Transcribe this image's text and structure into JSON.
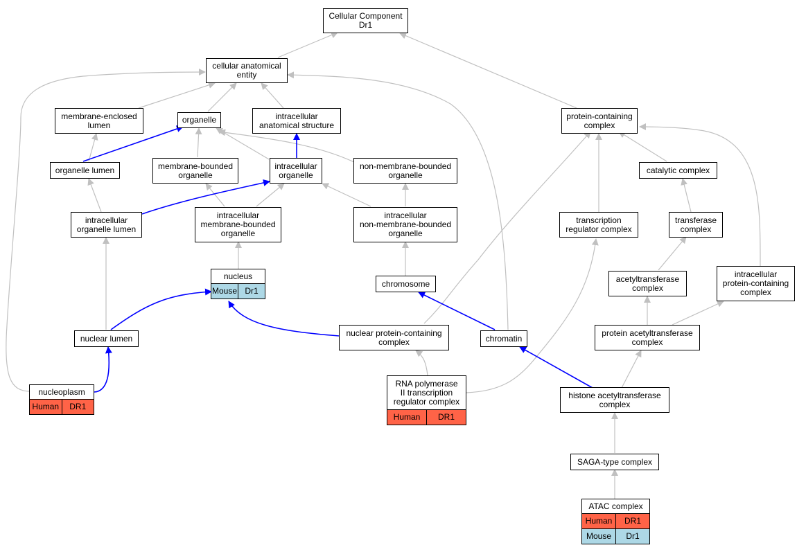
{
  "graph": {
    "colors": {
      "edge_default": "#c0c0c0",
      "edge_highlight": "#0000ff",
      "human": "#ff6347",
      "mouse": "#add8e6"
    },
    "nodes": {
      "cc": "Cellular Component\nDr1",
      "cae": "cellular anatomical\nentity",
      "mel": "membrane-enclosed\nlumen",
      "organelle": "organelle",
      "ias": "intracellular\nanatomical structure",
      "pcc": "protein-containing\ncomplex",
      "ol": "organelle lumen",
      "mbo": "membrane-bounded\norganelle",
      "io": "intracellular\norganelle",
      "nmbo": "non-membrane-bounded\norganelle",
      "cat": "catalytic complex",
      "iol": "intracellular\norganelle lumen",
      "imbo": "intracellular\nmembrane-bounded\norganelle",
      "inmbo": "intracellular\nnon-membrane-bounded\norganelle",
      "trc": "transcription\nregulator complex",
      "trans": "transferase\ncomplex",
      "nucleus": "nucleus",
      "chromosome": "chromosome",
      "acetyl": "acetyltransferase\ncomplex",
      "ipcc": "intracellular\nprotein-containing\ncomplex",
      "nl": "nuclear lumen",
      "npcc": "nuclear protein-containing\ncomplex",
      "chromatin": "chromatin",
      "pat": "protein acetyltransferase\ncomplex",
      "nucleoplasm": "nucleoplasm",
      "rnap": "RNA polymerase\nII transcription\nregulator complex",
      "hat": "histone acetyltransferase\ncomplex",
      "saga": "SAGA-type complex",
      "atac": "ATAC complex"
    },
    "tables": {
      "nucleus_mouse": [
        "Mouse",
        "Dr1"
      ],
      "nucleoplasm_human": [
        "Human",
        "DR1"
      ],
      "rnap_human": [
        "Human",
        "DR1"
      ],
      "atac_human": [
        "Human",
        "DR1"
      ],
      "atac_mouse": [
        "Mouse",
        "Dr1"
      ]
    }
  }
}
